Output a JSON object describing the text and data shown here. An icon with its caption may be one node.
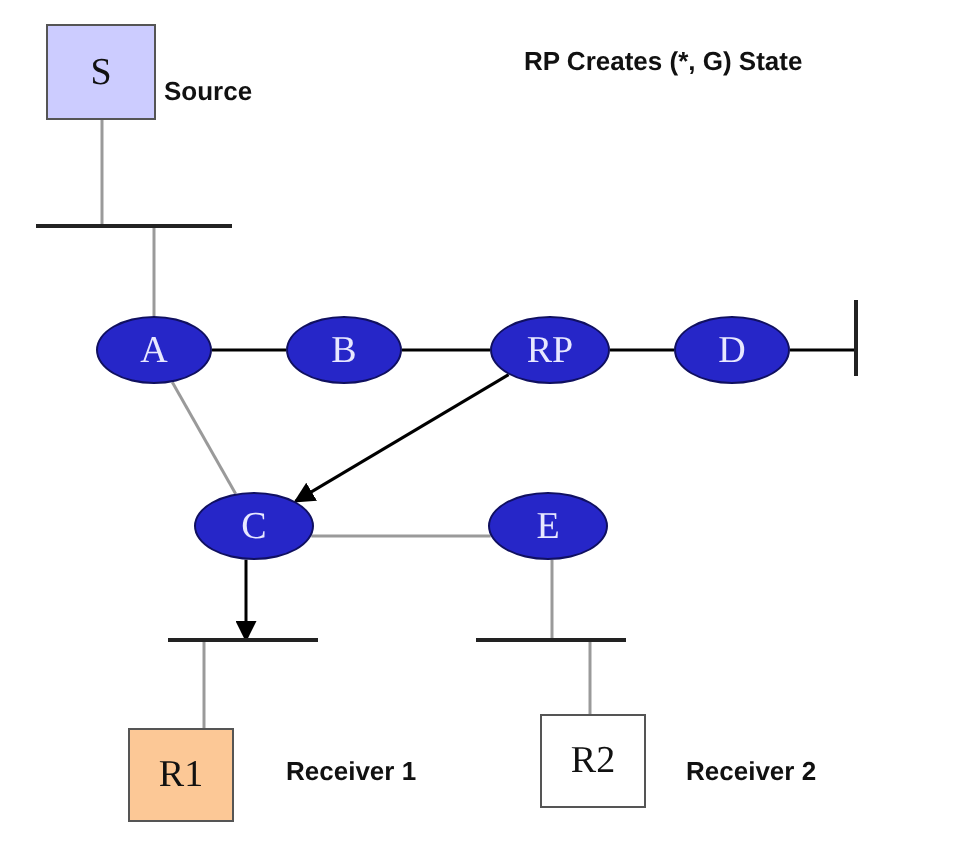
{
  "diagram": {
    "title": "RP Creates (*, G) State",
    "nodes": [
      {
        "text": [
          "S"
        ],
        "beside": [
          "Source"
        ]
      },
      {
        "text": [],
        "shape": "bar"
      },
      {
        "text": [
          "A"
        ]
      },
      {
        "text": [
          "B"
        ]
      },
      {
        "text": [
          "RP"
        ]
      },
      {
        "text": [
          "D"
        ]
      },
      {
        "text": [],
        "shape": "bar"
      },
      {
        "text": [
          "C"
        ]
      },
      {
        "text": [
          "E"
        ]
      },
      {
        "text": [],
        "shape": "bar"
      },
      {
        "text": [],
        "shape": "bar"
      },
      {
        "text": [
          "R1"
        ],
        "beside": [
          "Receiver 1"
        ]
      },
      {
        "text": [
          "R2"
        ],
        "beside": [
          "Receiver 2"
        ]
      }
    ],
    "edges": [
      {
        "from": 0,
        "to": 1,
        "arrow": "none"
      },
      {
        "from": 1,
        "to": 2,
        "arrow": "none"
      },
      {
        "from": 2,
        "to": 3,
        "arrow": "none",
        "color": "#000000"
      },
      {
        "from": 3,
        "to": 4,
        "arrow": "none",
        "color": "#000000"
      },
      {
        "from": 4,
        "to": 5,
        "arrow": "none",
        "color": "#000000"
      },
      {
        "from": 5,
        "to": 6,
        "arrow": "none",
        "color": "#000000"
      },
      {
        "from": 2,
        "to": 7,
        "arrow": "none"
      },
      {
        "from": 4,
        "to": 7,
        "arrow": "to",
        "color": "#000000"
      },
      {
        "from": 7,
        "to": 8,
        "arrow": "none"
      },
      {
        "from": 7,
        "to": 9,
        "arrow": "to",
        "color": "#000000"
      },
      {
        "from": 8,
        "to": 10,
        "arrow": "none"
      },
      {
        "from": 9,
        "to": 11,
        "arrow": "none"
      },
      {
        "from": 10,
        "to": 12,
        "arrow": "none"
      }
    ]
  }
}
